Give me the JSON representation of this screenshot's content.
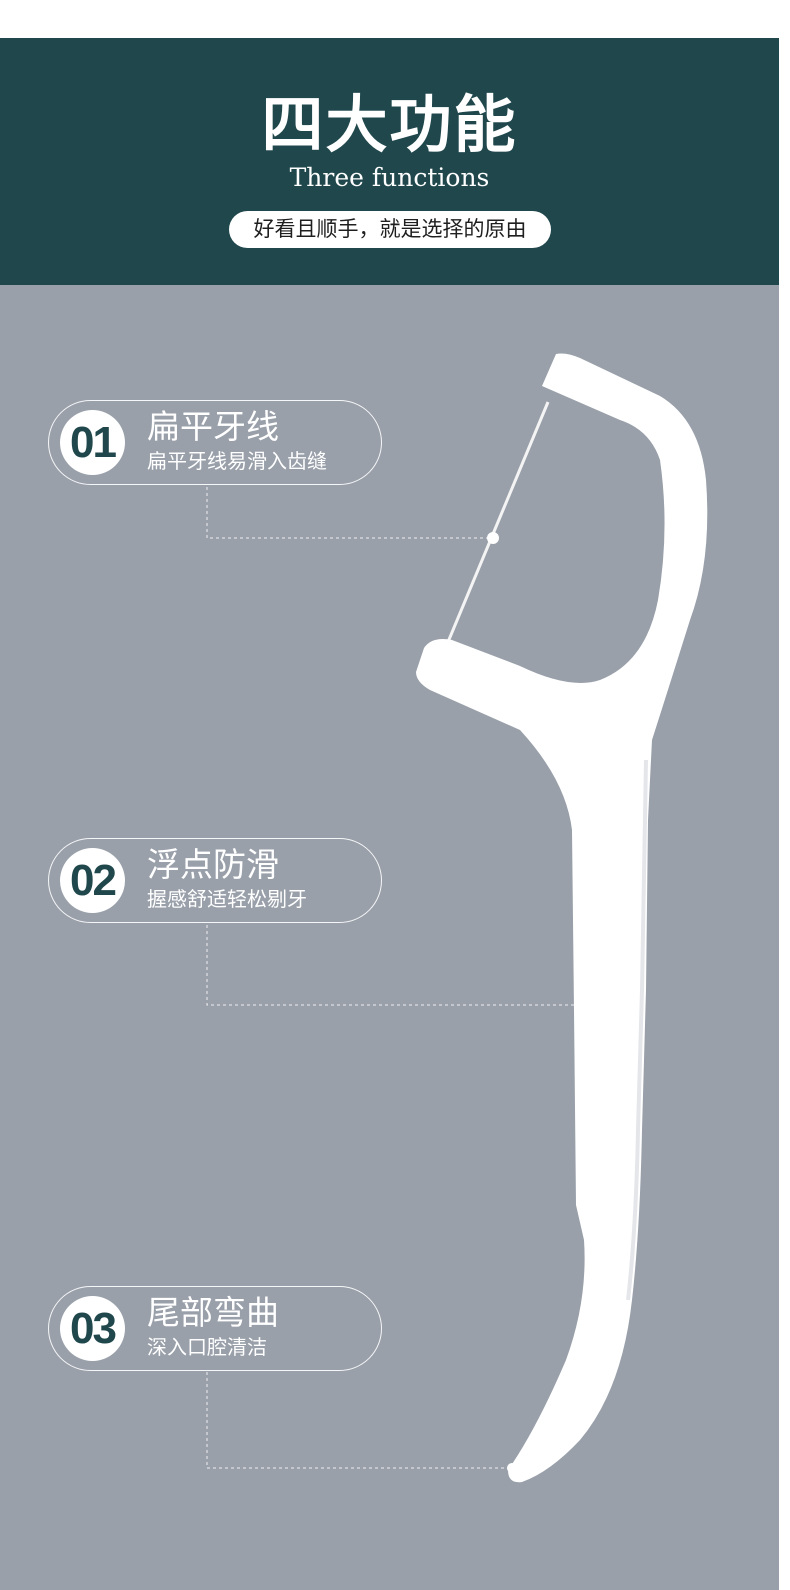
{
  "header": {
    "title": "四大功能",
    "subtitle": "Three functions",
    "tagline": "好看且顺手，就是选择的原由"
  },
  "features": [
    {
      "number": "01",
      "title": "扁平牙线",
      "desc": "扁平牙线易滑入齿缝"
    },
    {
      "number": "02",
      "title": "浮点防滑",
      "desc": "握感舒适轻松剔牙"
    },
    {
      "number": "03",
      "title": "尾部弯曲",
      "desc": "深入口腔清洁"
    }
  ],
  "colors": {
    "header_bg": "#1f474c",
    "panel_bg": "#99a0aa",
    "accent_text": "#1f474c",
    "product": "#ffffff"
  }
}
